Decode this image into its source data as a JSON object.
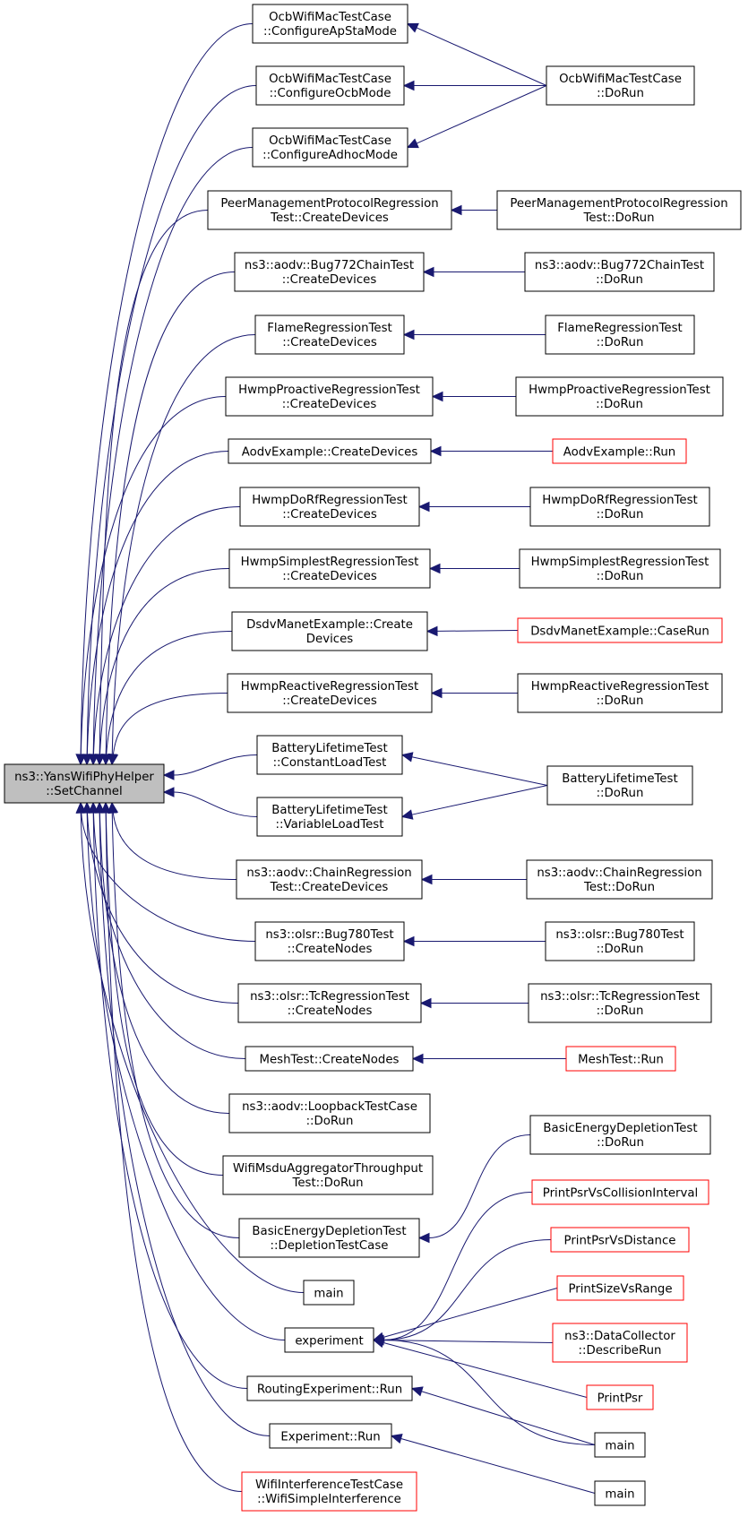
{
  "root": {
    "lines": [
      "ns3::YansWifiPhyHelper",
      "::SetChannel"
    ]
  },
  "callers": [
    {
      "id": "ocb-apsta",
      "lines": [
        "OcbWifiMacTestCase",
        "::ConfigureApStaMode"
      ]
    },
    {
      "id": "ocb-ocb",
      "lines": [
        "OcbWifiMacTestCase",
        "::ConfigureOcbMode"
      ]
    },
    {
      "id": "ocb-adhoc",
      "lines": [
        "OcbWifiMacTestCase",
        "::ConfigureAdhocMode"
      ]
    },
    {
      "id": "pmp-create",
      "lines": [
        "PeerManagementProtocolRegression",
        "Test::CreateDevices"
      ]
    },
    {
      "id": "bug772-create",
      "lines": [
        "ns3::aodv::Bug772ChainTest",
        "::CreateDevices"
      ]
    },
    {
      "id": "flame-create",
      "lines": [
        "FlameRegressionTest",
        "::CreateDevices"
      ]
    },
    {
      "id": "hwmp-pro-create",
      "lines": [
        "HwmpProactiveRegressionTest",
        "::CreateDevices"
      ]
    },
    {
      "id": "aodv-example-create",
      "lines": [
        "AodvExample::CreateDevices"
      ]
    },
    {
      "id": "hwmp-dorf-create",
      "lines": [
        "HwmpDoRfRegressionTest",
        "::CreateDevices"
      ]
    },
    {
      "id": "hwmp-simplest-create",
      "lines": [
        "HwmpSimplestRegressionTest",
        "::CreateDevices"
      ]
    },
    {
      "id": "dsdv-create",
      "lines": [
        "DsdvManetExample::Create",
        "Devices"
      ]
    },
    {
      "id": "hwmp-reactive-create",
      "lines": [
        "HwmpReactiveRegressionTest",
        "::CreateDevices"
      ]
    },
    {
      "id": "battery-const",
      "lines": [
        "BatteryLifetimeTest",
        "::ConstantLoadTest"
      ]
    },
    {
      "id": "battery-var",
      "lines": [
        "BatteryLifetimeTest",
        "::VariableLoadTest"
      ]
    },
    {
      "id": "chainreg-create",
      "lines": [
        "ns3::aodv::ChainRegression",
        "Test::CreateDevices"
      ]
    },
    {
      "id": "bug780-create",
      "lines": [
        "ns3::olsr::Bug780Test",
        "::CreateNodes"
      ]
    },
    {
      "id": "tcreg-create",
      "lines": [
        "ns3::olsr::TcRegressionTest",
        "::CreateNodes"
      ]
    },
    {
      "id": "mesh-create",
      "lines": [
        "MeshTest::CreateNodes"
      ]
    },
    {
      "id": "loopback-dorun",
      "lines": [
        "ns3::aodv::LoopbackTestCase",
        "::DoRun"
      ]
    },
    {
      "id": "msdu-dorun",
      "lines": [
        "WifiMsduAggregatorThroughput",
        "Test::DoRun"
      ]
    },
    {
      "id": "basic-depletion-case",
      "lines": [
        "BasicEnergyDepletionTest",
        "::DepletionTestCase"
      ]
    },
    {
      "id": "main-a",
      "lines": [
        "main"
      ]
    },
    {
      "id": "experiment",
      "lines": [
        "experiment"
      ]
    },
    {
      "id": "routing-run",
      "lines": [
        "RoutingExperiment::Run"
      ]
    },
    {
      "id": "experiment-run",
      "lines": [
        "Experiment::Run"
      ]
    },
    {
      "id": "wifi-interference",
      "lines": [
        "WifiInterferenceTestCase",
        "::WifiSimpleInterference"
      ]
    }
  ],
  "outer": [
    {
      "id": "ocb-dorun",
      "lines": [
        "OcbWifiMacTestCase",
        "::DoRun"
      ]
    },
    {
      "id": "pmp-dorun",
      "lines": [
        "PeerManagementProtocolRegression",
        "Test::DoRun"
      ]
    },
    {
      "id": "bug772-dorun",
      "lines": [
        "ns3::aodv::Bug772ChainTest",
        "::DoRun"
      ]
    },
    {
      "id": "flame-dorun",
      "lines": [
        "FlameRegressionTest",
        "::DoRun"
      ]
    },
    {
      "id": "hwmp-pro-dorun",
      "lines": [
        "HwmpProactiveRegressionTest",
        "::DoRun"
      ]
    },
    {
      "id": "aodv-example-run",
      "lines": [
        "AodvExample::Run"
      ]
    },
    {
      "id": "hwmp-dorf-dorun",
      "lines": [
        "HwmpDoRfRegressionTest",
        "::DoRun"
      ]
    },
    {
      "id": "hwmp-simplest-dorun",
      "lines": [
        "HwmpSimplestRegressionTest",
        "::DoRun"
      ]
    },
    {
      "id": "dsdv-caserun",
      "lines": [
        "DsdvManetExample::CaseRun"
      ]
    },
    {
      "id": "hwmp-reactive-dorun",
      "lines": [
        "HwmpReactiveRegressionTest",
        "::DoRun"
      ]
    },
    {
      "id": "battery-dorun",
      "lines": [
        "BatteryLifetimeTest",
        "::DoRun"
      ]
    },
    {
      "id": "chainreg-dorun",
      "lines": [
        "ns3::aodv::ChainRegression",
        "Test::DoRun"
      ]
    },
    {
      "id": "bug780-dorun",
      "lines": [
        "ns3::olsr::Bug780Test",
        "::DoRun"
      ]
    },
    {
      "id": "tcreg-dorun",
      "lines": [
        "ns3::olsr::TcRegressionTest",
        "::DoRun"
      ]
    },
    {
      "id": "mesh-run",
      "lines": [
        "MeshTest::Run"
      ]
    },
    {
      "id": "basic-depletion-dorun",
      "lines": [
        "BasicEnergyDepletionTest",
        "::DoRun"
      ]
    },
    {
      "id": "print-psr-collision",
      "lines": [
        "PrintPsrVsCollisionInterval"
      ]
    },
    {
      "id": "print-psr-distance",
      "lines": [
        "PrintPsrVsDistance"
      ]
    },
    {
      "id": "print-size-range",
      "lines": [
        "PrintSizeVsRange"
      ]
    },
    {
      "id": "datacollector-describe",
      "lines": [
        "ns3::DataCollector",
        "::DescribeRun"
      ]
    },
    {
      "id": "print-psr",
      "lines": [
        "PrintPsr"
      ]
    },
    {
      "id": "main-b",
      "lines": [
        "main"
      ]
    },
    {
      "id": "main-c",
      "lines": [
        "main"
      ]
    }
  ],
  "colors": {
    "edge": "#191970",
    "root_fill": "#bfbfbf",
    "truncated_border": "#ff0000",
    "border": "#000000"
  },
  "truncated_nodes": [
    "aodv-example-run",
    "dsdv-caserun",
    "mesh-run",
    "print-psr-collision",
    "print-psr-distance",
    "print-size-range",
    "datacollector-describe",
    "print-psr",
    "wifi-interference"
  ]
}
